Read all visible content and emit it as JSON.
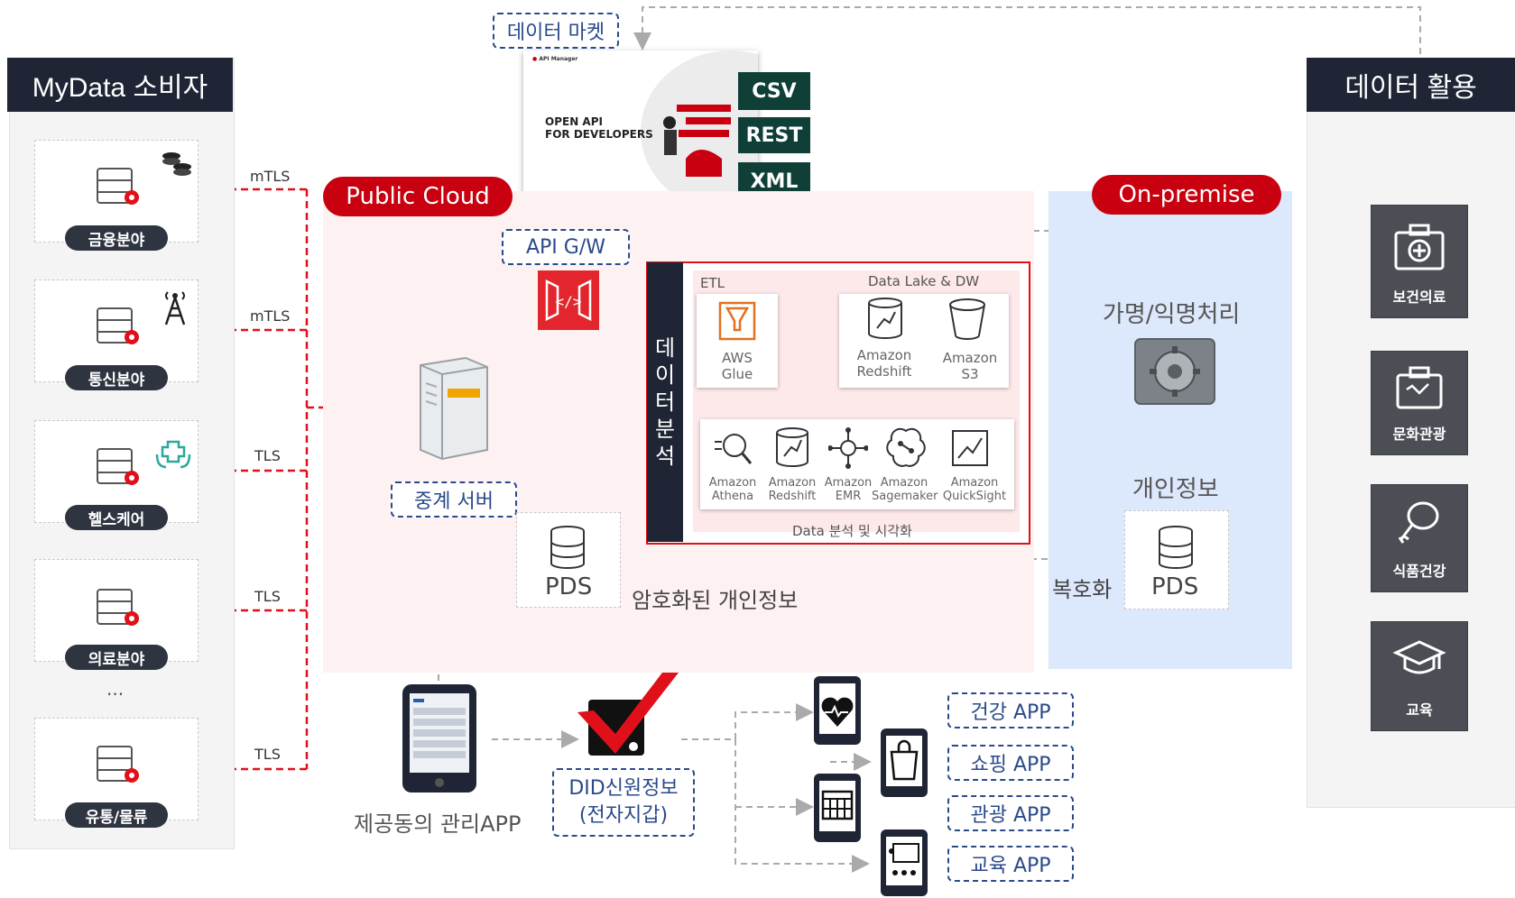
{
  "consumer": {
    "title": "MyData 소비자",
    "sectors": [
      "금융분야",
      "통신분야",
      "헬스케어",
      "의료분야",
      "유통/물류"
    ],
    "ellipsis": "...",
    "links": [
      "mTLS",
      "mTLS",
      "TLS",
      "TLS",
      "TLS"
    ]
  },
  "market": {
    "label": "데이터 마켓",
    "api_manager": "API Manager",
    "open_api": "OPEN API\nFOR DEVELOPERS",
    "formats": [
      "CSV",
      "REST",
      "XML"
    ]
  },
  "public_cloud": {
    "label": "Public Cloud",
    "api_gw": "API G/W",
    "relay_server": "중계 서버",
    "pds": "PDS",
    "encrypted": "암호화된 개인정보"
  },
  "analysis": {
    "vertical_title": [
      "데",
      "이",
      "터",
      "분",
      "석"
    ],
    "etl": "ETL",
    "lake_title": "Data Lake & DW",
    "glue": [
      "AWS",
      "Glue"
    ],
    "redshift": [
      "Amazon",
      "Redshift"
    ],
    "s3": [
      "Amazon",
      "S3"
    ],
    "tools": [
      [
        "Amazon",
        "Athena"
      ],
      [
        "Amazon",
        "Redshift"
      ],
      [
        "Amazon",
        "EMR"
      ],
      [
        "Amazon",
        "Sagemaker"
      ],
      [
        "Amazon",
        "QuickSight"
      ]
    ],
    "viz_title": "Data 분석 및 시각화"
  },
  "onprem": {
    "label": "On-premise",
    "anon": "가명/익명처리",
    "personal": "개인정보",
    "decrypt": "복호화",
    "pds": "PDS"
  },
  "usage": {
    "title": "데이터 활용",
    "items": [
      "보건의료",
      "문화관광",
      "식품건강",
      "교육"
    ]
  },
  "bottom": {
    "mgmt_app": "제공동의 관리APP",
    "did": [
      "DID신원정보",
      "(전자지갑)"
    ],
    "apps": [
      "건강 APP",
      "쇼핑 APP",
      "관광 APP",
      "교육 APP"
    ]
  },
  "colors": {
    "accent_red": "#c8000f",
    "dark": "#1f2534",
    "blue": "#2a4a8a"
  }
}
